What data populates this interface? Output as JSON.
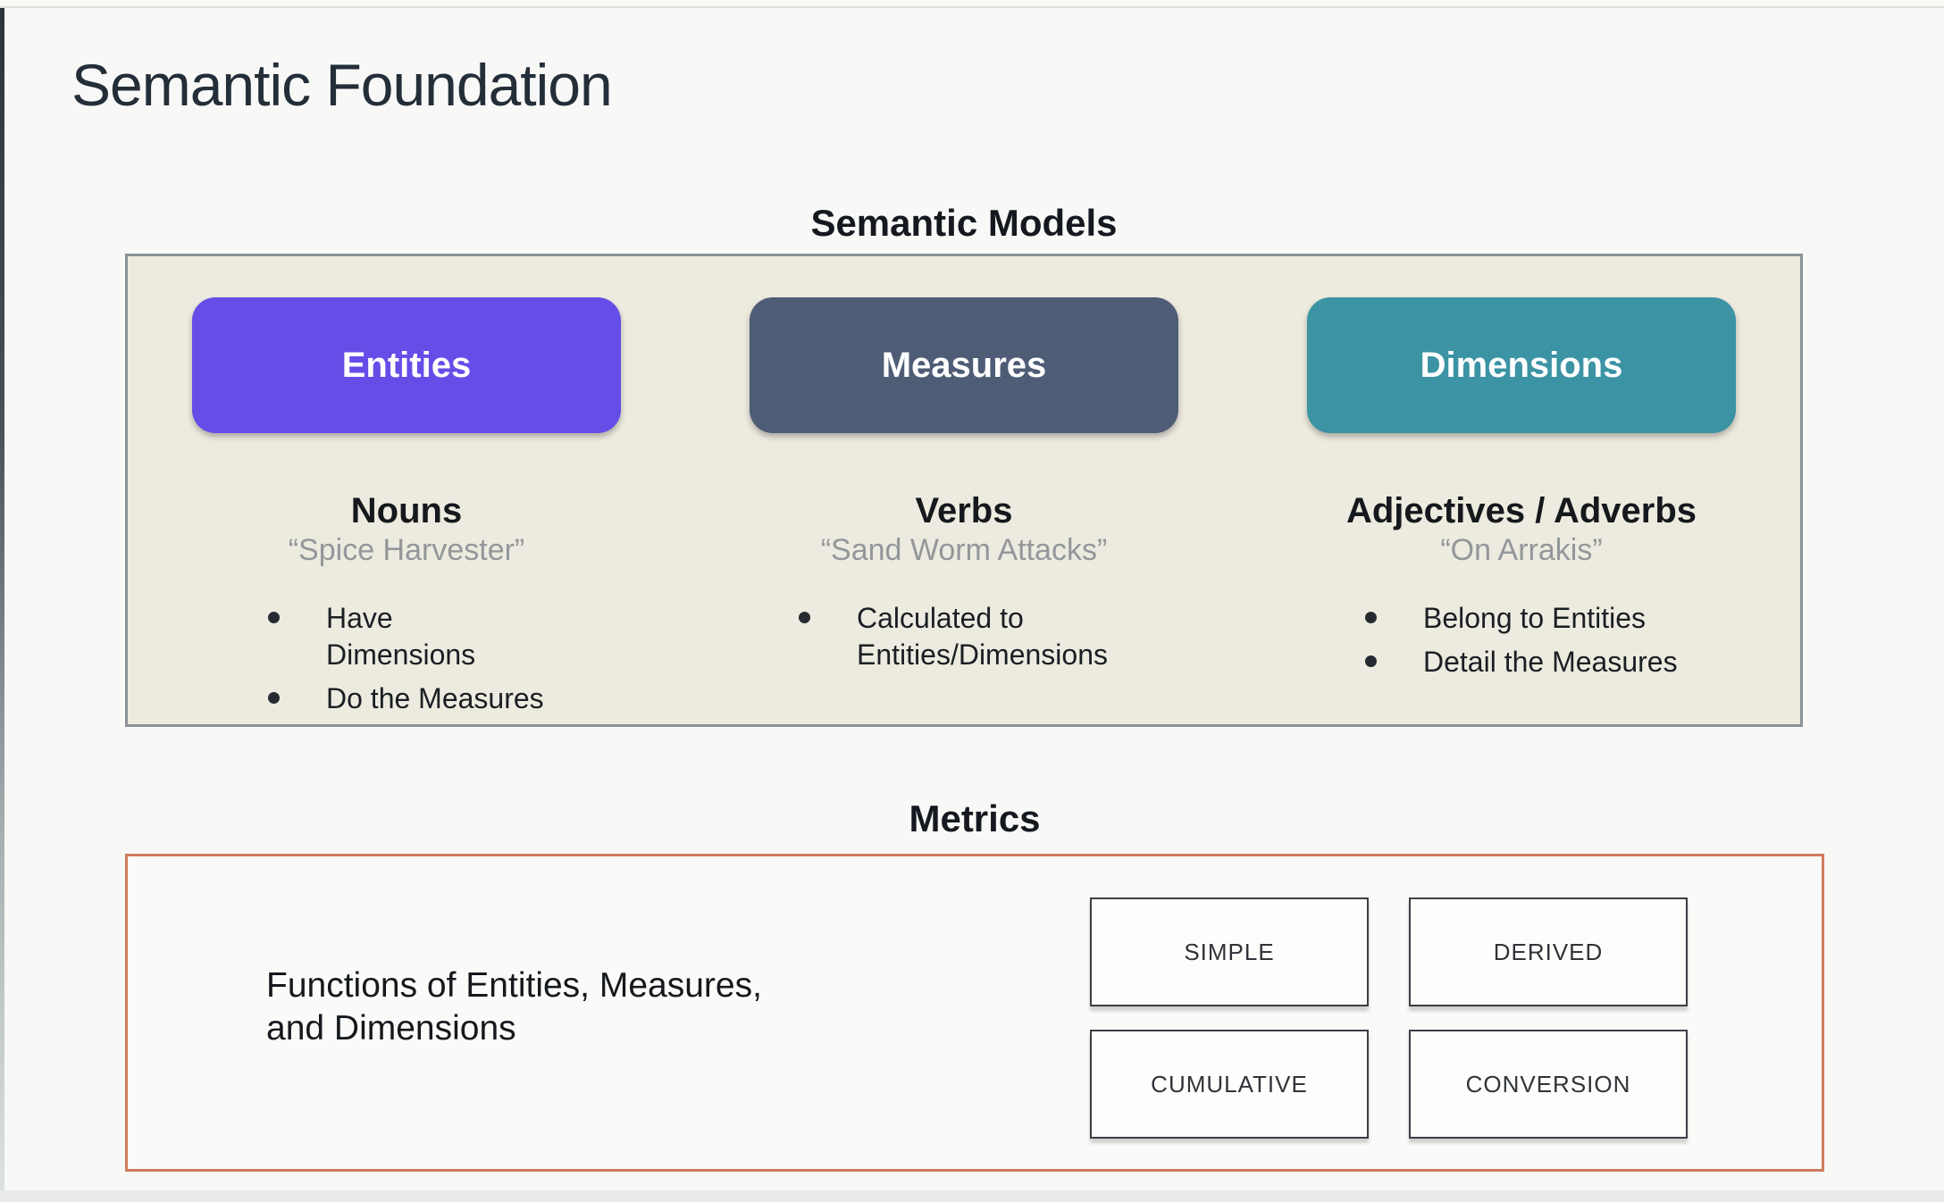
{
  "slide": {
    "title": "Semantic Foundation"
  },
  "semantic_models": {
    "heading": "Semantic Models",
    "panel_background": "#edebdf",
    "panel_border_color": "#8b9198",
    "columns": [
      {
        "pill": "Entities",
        "pill_color": "#654de8",
        "header": "Nouns",
        "quote": "“Spice Harvester”",
        "bullets": [
          "Have Dimensions",
          "Do the Measures"
        ]
      },
      {
        "pill": "Measures",
        "pill_color": "#4e5c75",
        "header": "Verbs",
        "quote": "“Sand Worm Attacks”",
        "bullets": [
          "Calculated to Entities/Dimensions"
        ]
      },
      {
        "pill": "Dimensions",
        "pill_color": "#3b93a4",
        "header": "Adjectives / Adverbs",
        "quote": "“On Arrakis”",
        "bullets": [
          "Belong to Entities",
          "Detail the Measures"
        ]
      }
    ]
  },
  "metrics": {
    "heading": "Metrics",
    "panel_border_color": "#cf7c5c",
    "description_lines": [
      "Functions of Entities, Measures,",
      "and Dimensions"
    ],
    "types": [
      "SIMPLE",
      "DERIVED",
      "CUMULATIVE",
      "CONVERSION"
    ]
  }
}
